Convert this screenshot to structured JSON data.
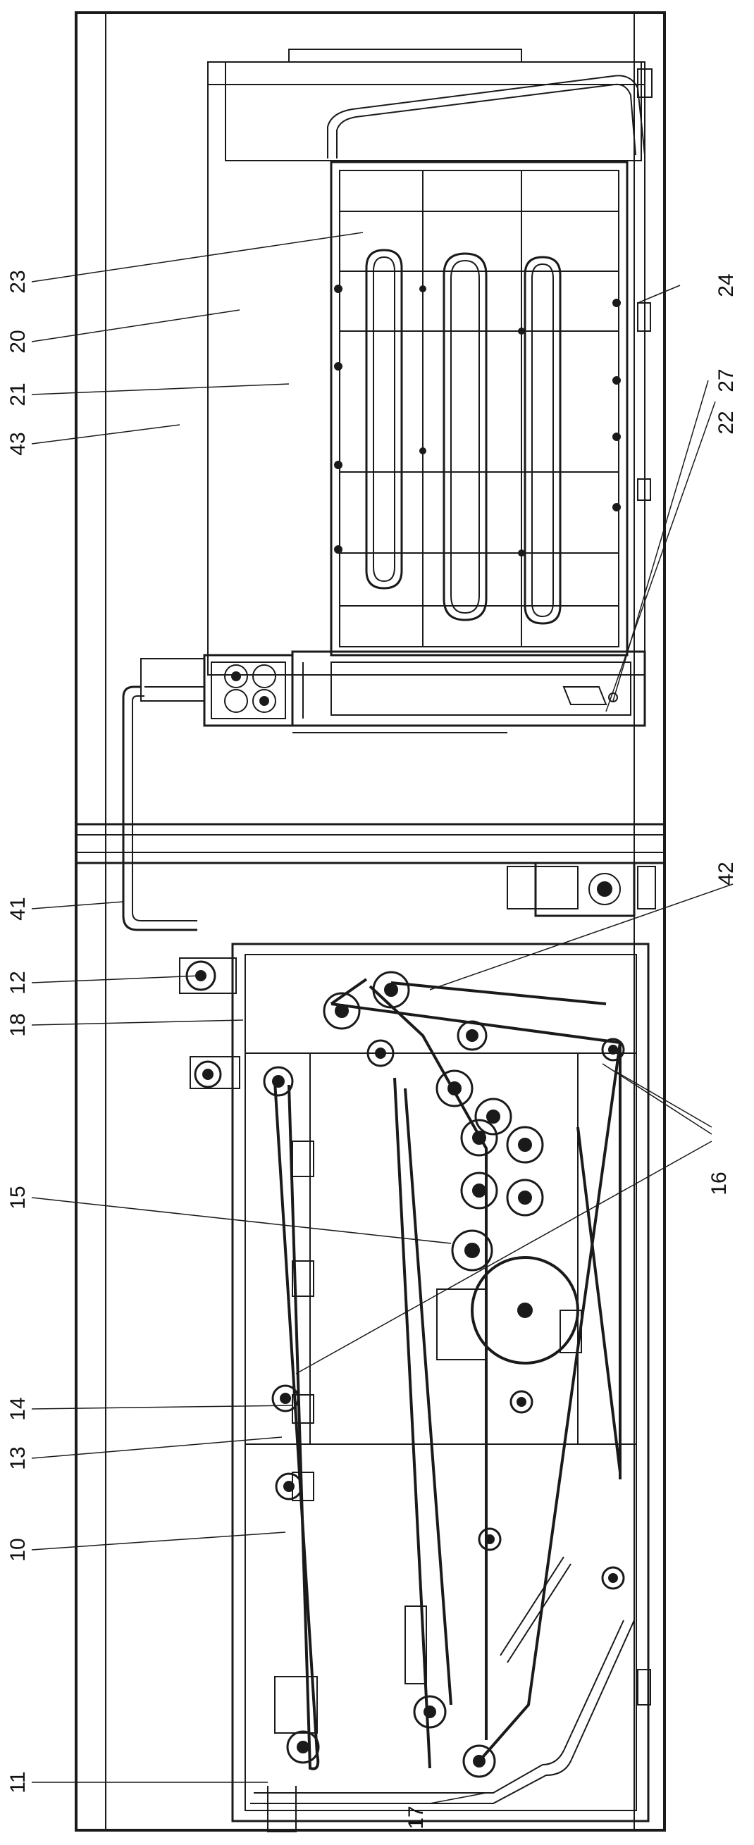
{
  "figure": {
    "callouts": [
      {
        "id": "c23",
        "number": "23"
      },
      {
        "id": "c20",
        "number": "20"
      },
      {
        "id": "c24",
        "number": "24"
      },
      {
        "id": "c27",
        "number": "27"
      },
      {
        "id": "c22",
        "number": "22"
      },
      {
        "id": "c21",
        "number": "21"
      },
      {
        "id": "c43",
        "number": "43"
      },
      {
        "id": "c42",
        "number": "42"
      },
      {
        "id": "c41",
        "number": "41"
      },
      {
        "id": "c12",
        "number": "12"
      },
      {
        "id": "c18",
        "number": "18"
      },
      {
        "id": "c15",
        "number": "15"
      },
      {
        "id": "c16",
        "number": "16"
      },
      {
        "id": "c14",
        "number": "14"
      },
      {
        "id": "c13",
        "number": "13"
      },
      {
        "id": "c10",
        "number": "10"
      },
      {
        "id": "c11",
        "number": "11"
      },
      {
        "id": "c17",
        "number": "17"
      }
    ]
  },
  "colors": {
    "line": "#1a1a1a",
    "background": "#ffffff"
  }
}
